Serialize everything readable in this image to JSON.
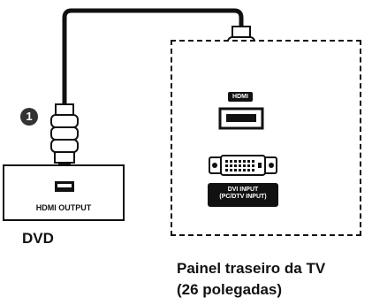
{
  "step_number": "1",
  "dvd": {
    "port_label": "HDMI OUTPUT",
    "device_label": "DVD"
  },
  "tv": {
    "hdmi_badge": "HDMI",
    "dvi_badge_line1": "DVI INPUT",
    "dvi_badge_line2": "(PC/DTV INPUT)",
    "caption_line1": "Painel traseiro da TV",
    "caption_line2": "(26 polegadas)"
  },
  "colors": {
    "line": "#111111",
    "badge": "#333333"
  }
}
